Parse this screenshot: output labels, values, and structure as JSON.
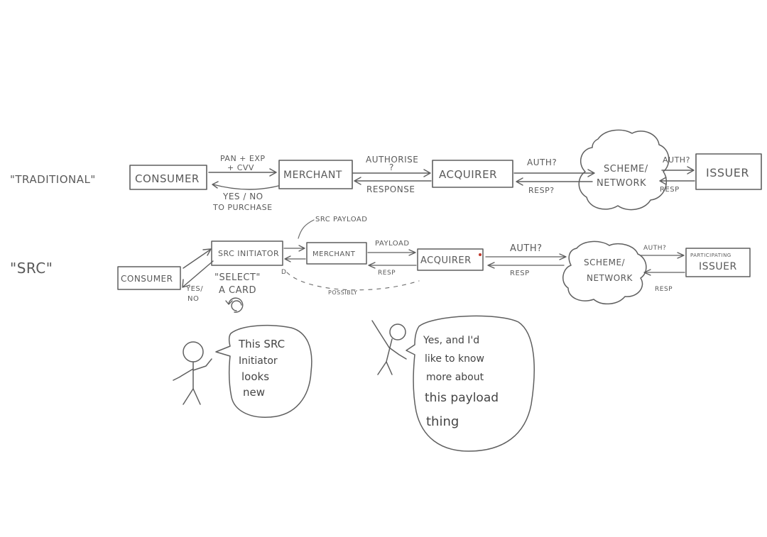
{
  "sections": {
    "traditional_label": "\"TRADITIONAL\"",
    "src_label": "\"SRC\""
  },
  "traditional": {
    "consumer": "CONSUMER",
    "merchant": "MERCHANT",
    "acquirer": "ACQUIRER",
    "scheme_network_1": "SCHEME/",
    "scheme_network_2": "NETWORK",
    "issuer": "ISSUER",
    "pan_exp": "PAN + EXP",
    "cvv": "+ CVV",
    "yes_no": "YES / NO",
    "to_purchase": "TO PURCHASE",
    "authorise": "AUTHORISE",
    "question": "?",
    "response": "RESPONSE",
    "auth_q": "AUTH?",
    "resp_q": "RESP?",
    "auth_q2": "AUTH?",
    "resp2": "RESP"
  },
  "src": {
    "consumer": "CONSUMER",
    "src_initiator": "SRC INITIATOR",
    "merchant": "MERCHANT",
    "acquirer": "ACQUIRER",
    "scheme_network_1": "SCHEME/",
    "scheme_network_2": "NETWORK",
    "participating": "PARTICIPATING",
    "issuer": "ISSUER",
    "src_payload": "SRC PAYLOAD",
    "payload": "PAYLOAD",
    "resp_m": "RESP",
    "auth_q": "AUTH?",
    "resp_a": "RESP",
    "auth_q2": "AUTH?",
    "resp_s": "RESP",
    "select_1": "\"SELECT\"",
    "select_2": "A CARD",
    "yes_1": "YES/",
    "no_1": "NO",
    "possibly": "POSSIBLY",
    "d_mark": "D"
  },
  "speech": {
    "left": [
      "This SRC",
      "Initiator",
      "looks",
      "new"
    ],
    "right": [
      "Yes, and I'd",
      "like to know",
      "more about",
      "this payload",
      "thing"
    ]
  }
}
